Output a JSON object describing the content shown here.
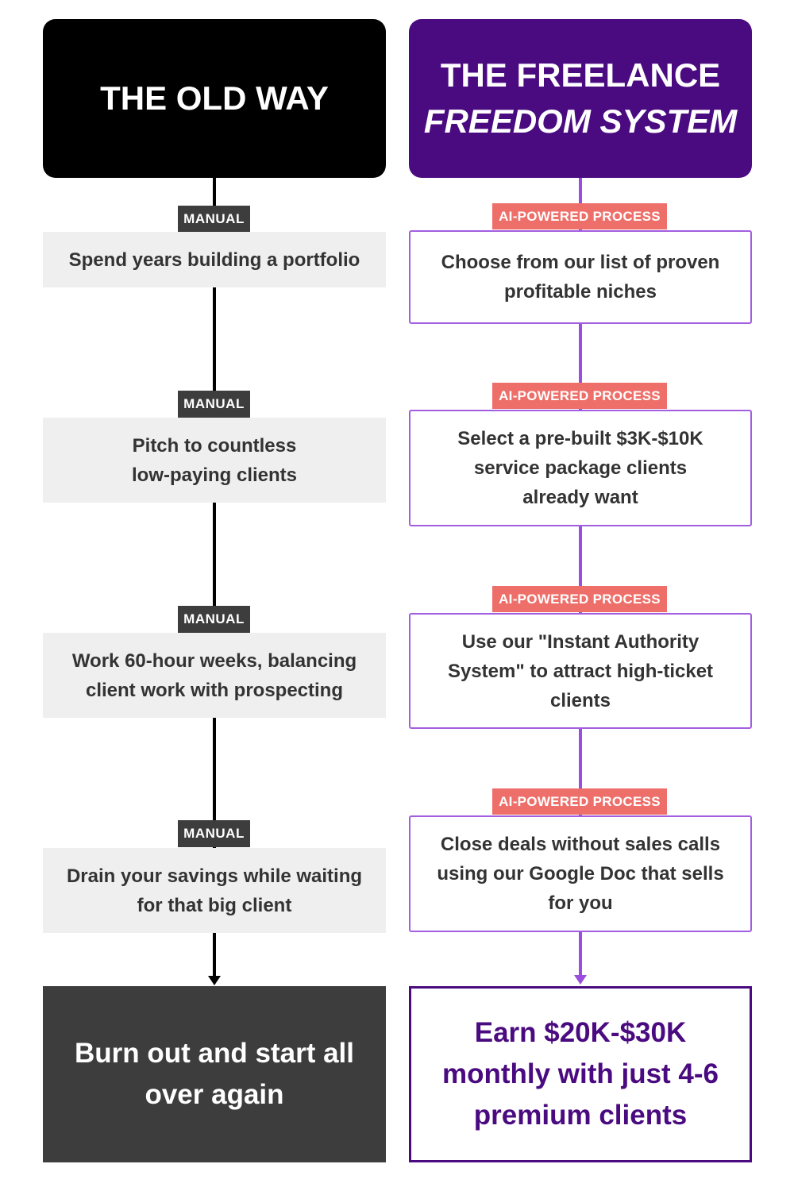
{
  "old_way": {
    "title": "THE OLD WAY",
    "tag": "MANUAL",
    "steps": [
      "Spend years building a portfolio",
      "Pitch to countless low-paying clients",
      "Work 60-hour weeks, balancing client work with prospecting",
      "Drain your savings while waiting for that big client"
    ],
    "outcome": "Burn out and start all over again"
  },
  "new_way": {
    "title_line1": "THE FREELANCE",
    "title_line2": "FREEDOM SYSTEM",
    "tag": "AI-POWERED PROCESS",
    "steps": [
      "Choose from our list of proven profitable niches",
      "Select a pre-built $3K-$10K service package clients already want",
      "Use our \"Instant Authority System\" to attract high-ticket clients",
      "Close deals without sales calls using our Google Doc that sells for you"
    ],
    "outcome": "Earn $20K-$30K monthly with just 4-6 premium clients"
  },
  "colors": {
    "old_header": "#000000",
    "new_header": "#4a0a80",
    "manual_tag": "#3d3d3d",
    "ai_tag": "#ee6f6a",
    "new_border": "#a35ee0",
    "old_step_bg": "#efefef"
  }
}
